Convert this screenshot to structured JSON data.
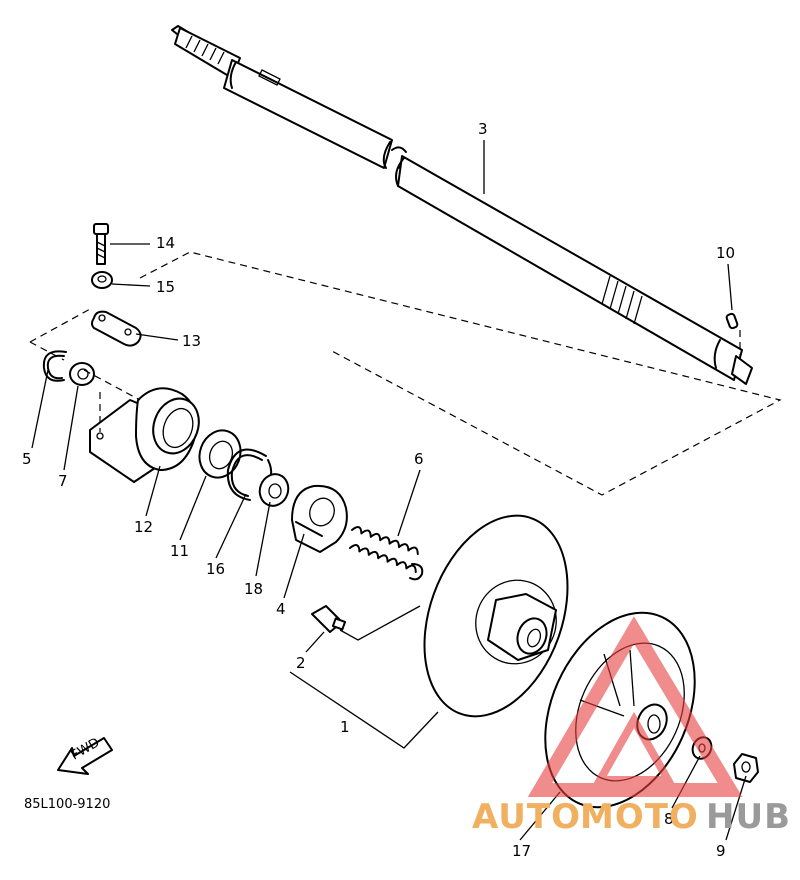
{
  "callouts": [
    {
      "id": "label-1",
      "text": "1"
    },
    {
      "id": "label-2",
      "text": "2"
    },
    {
      "id": "label-3",
      "text": "3"
    },
    {
      "id": "label-4",
      "text": "4"
    },
    {
      "id": "label-5",
      "text": "5"
    },
    {
      "id": "label-6",
      "text": "6"
    },
    {
      "id": "label-7",
      "text": "7"
    },
    {
      "id": "label-8",
      "text": "8"
    },
    {
      "id": "label-9",
      "text": "9"
    },
    {
      "id": "label-10",
      "text": "10"
    },
    {
      "id": "label-11",
      "text": "11"
    },
    {
      "id": "label-12",
      "text": "12"
    },
    {
      "id": "label-13",
      "text": "13"
    },
    {
      "id": "label-14",
      "text": "14"
    },
    {
      "id": "label-15",
      "text": "15"
    },
    {
      "id": "label-16",
      "text": "16"
    },
    {
      "id": "label-17",
      "text": "17"
    },
    {
      "id": "label-18",
      "text": "18"
    }
  ],
  "fwd_label": "FWD",
  "diagram_code": "85L100-9120",
  "watermark": {
    "part1": "AUTO",
    "part2": "MOTO",
    "part3": "HUB"
  },
  "colors": {
    "line": "#000000",
    "watermark_red": "#e84040",
    "watermark_orange": "#f0b060",
    "watermark_gray": "#9a9a9a"
  }
}
